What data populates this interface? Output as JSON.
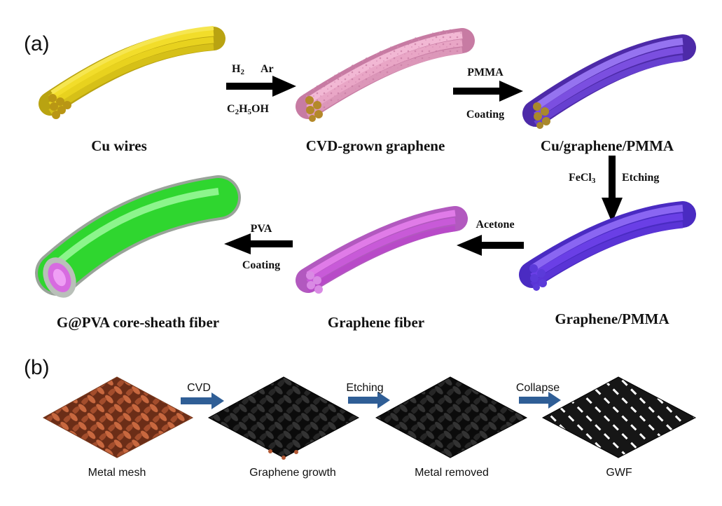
{
  "panel_a": {
    "label": "(a)",
    "stages": {
      "cu_wires": "Cu wires",
      "cvd_graphene": "CVD-grown graphene",
      "cu_graphene_pmma": "Cu/graphene/PMMA",
      "graphene_pmma": "Graphene/PMMA",
      "graphene_fiber": "Graphene fiber",
      "gpva_fiber": "G@PVA core-sheath fiber"
    },
    "steps": {
      "s1_top_a": "H",
      "s1_top_a_sub": "2",
      "s1_top_b": "Ar",
      "s1_bottom_1": "C",
      "s1_bottom_sub1": "2",
      "s1_bottom_2": "H",
      "s1_bottom_sub2": "5",
      "s1_bottom_3": "OH",
      "s2_top": "PMMA",
      "s2_bottom": "Coating",
      "s3_left": "FeCl",
      "s3_left_sub": "3",
      "s3_right": "Etching",
      "s4_top": "Acetone",
      "s5_top": "PVA",
      "s5_bottom": "Coating"
    }
  },
  "panel_b": {
    "label": "(b)",
    "stages": [
      "Metal mesh",
      "Graphene growth",
      "Metal removed",
      "GWF"
    ],
    "steps": [
      "CVD",
      "Etching",
      "Collapse"
    ]
  },
  "colors": {
    "cu_wire": "#e8d21e",
    "cvd_graphene": "#e9a6c6",
    "cu_graphene_pmma": "#7b4fe0",
    "graphene_pmma": "#6a3fe6",
    "graphene_fiber": "#c85ad8",
    "pva_sheath": "#4be84b",
    "metal_mesh": "#b35a36",
    "graphene_mesh": "#222222",
    "arrow_b": "#2f5e96"
  }
}
